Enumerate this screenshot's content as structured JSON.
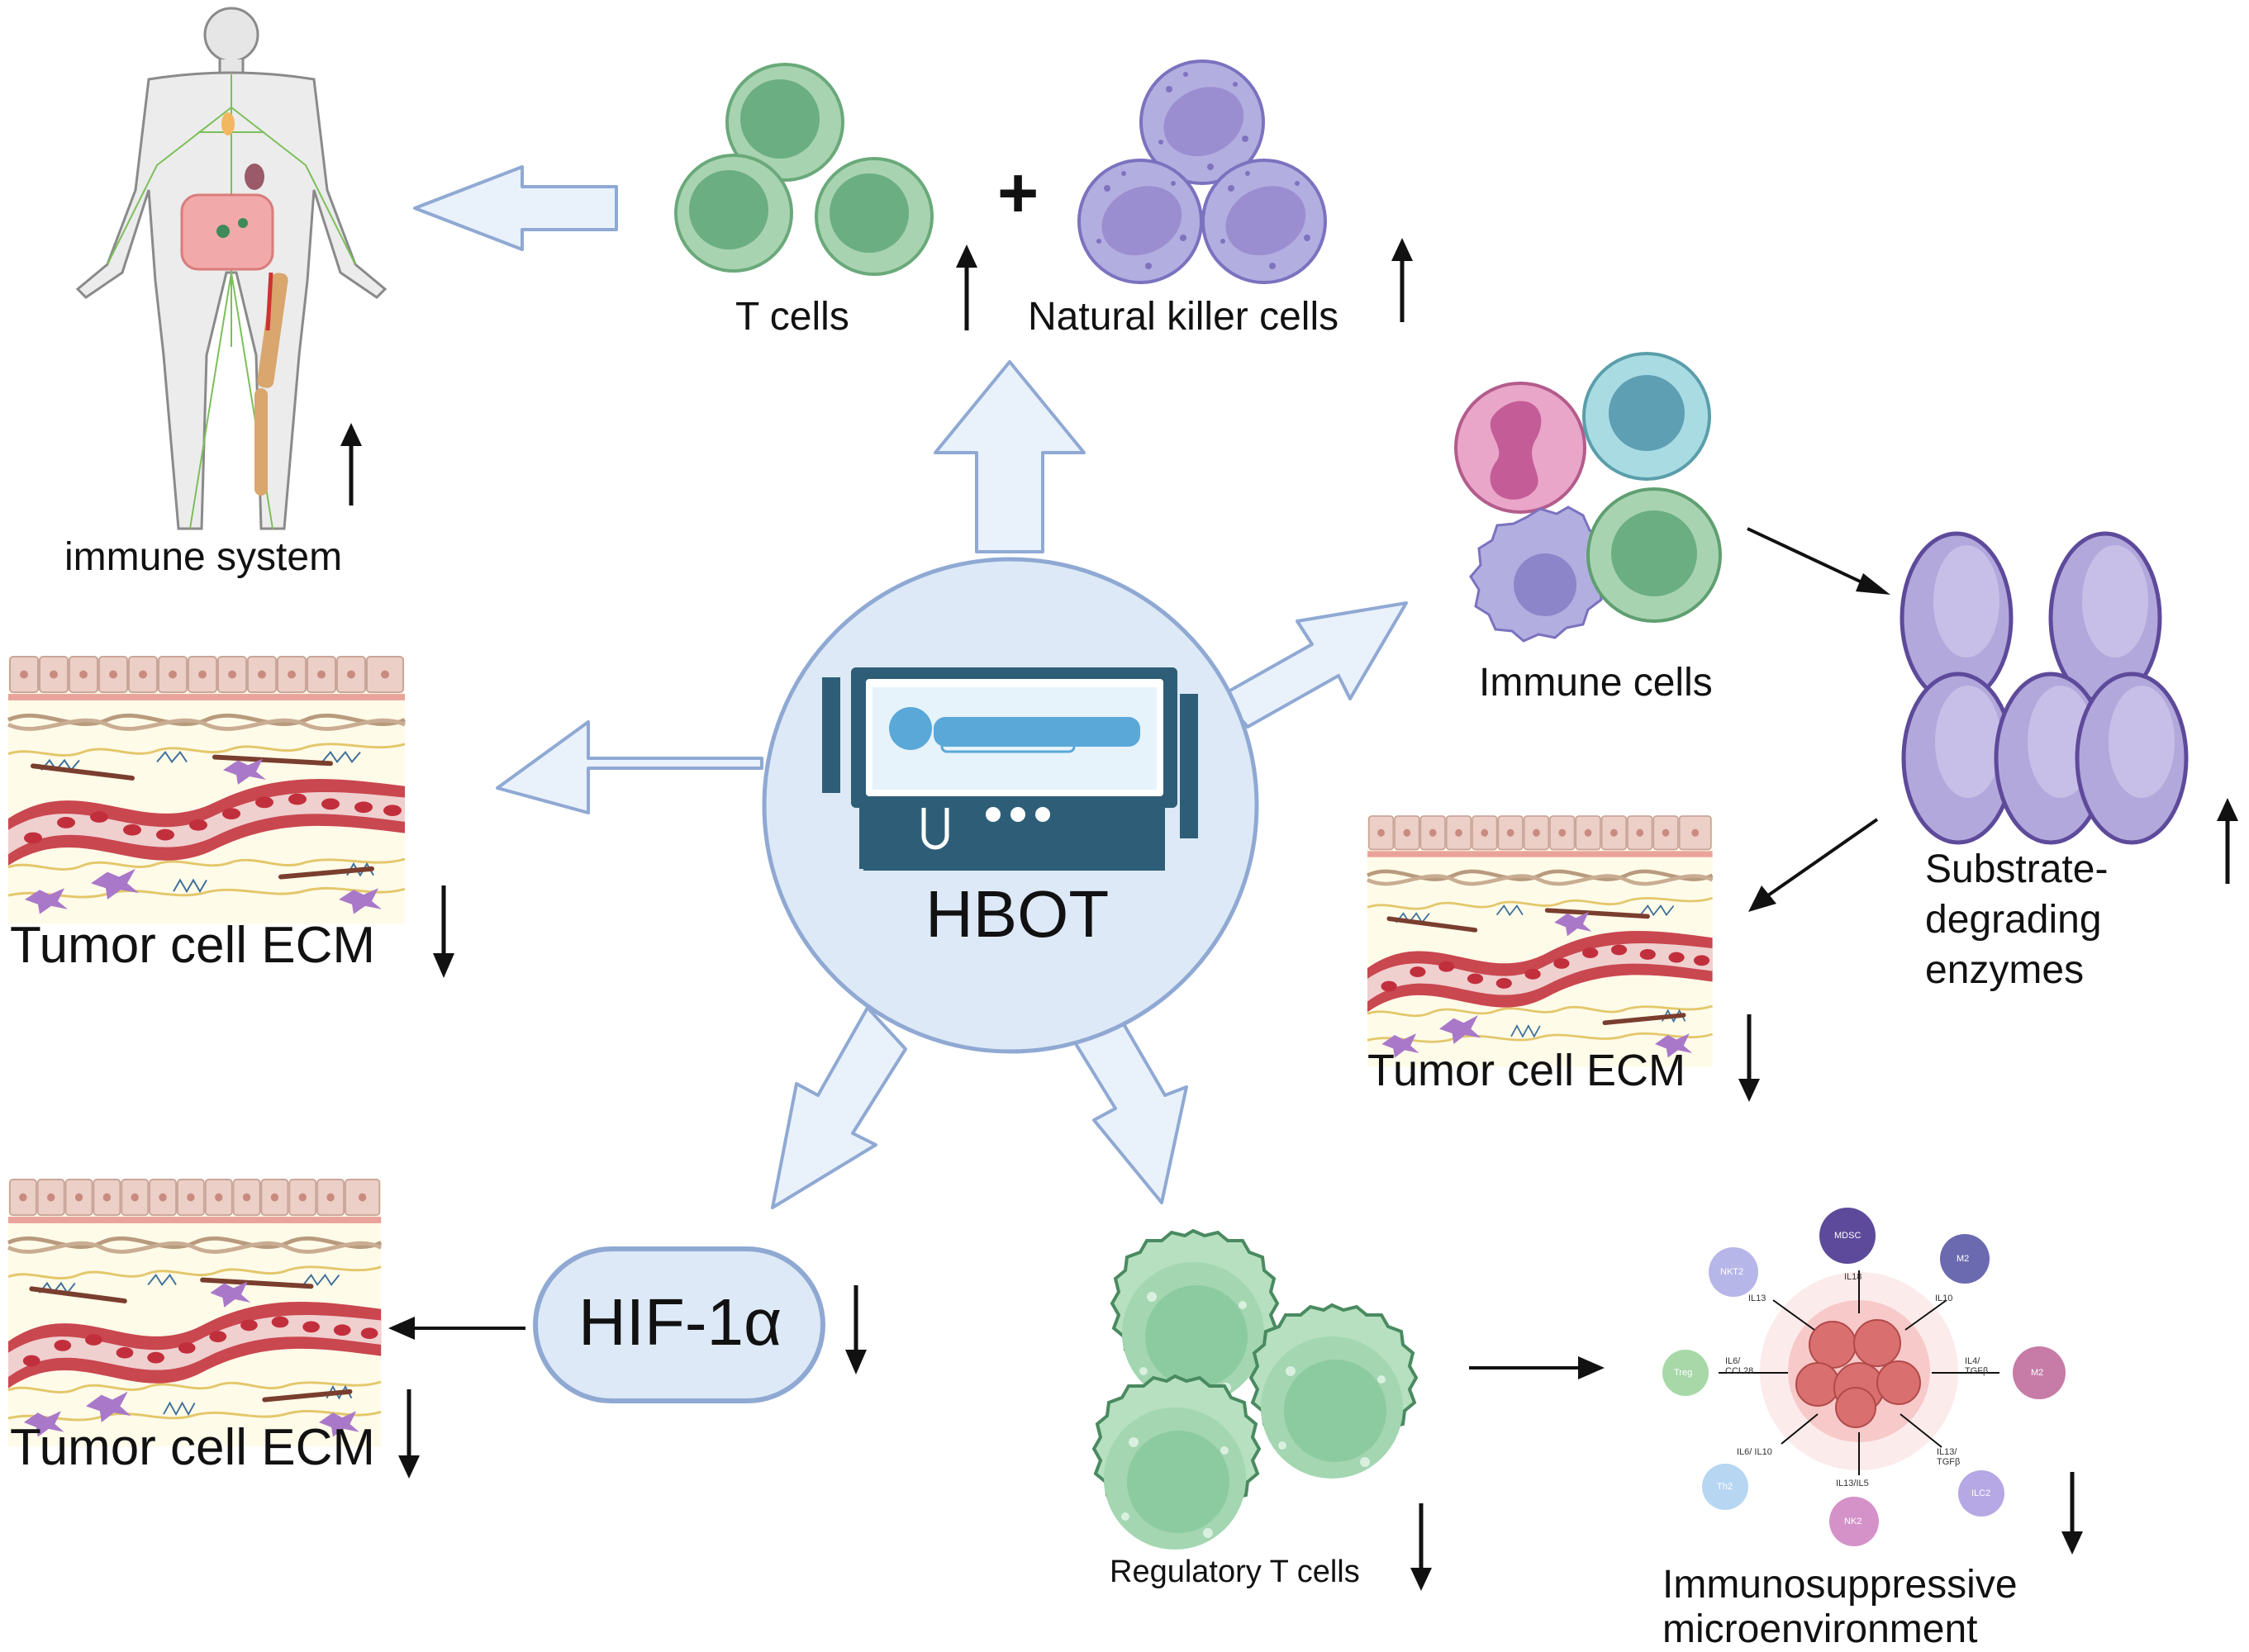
{
  "center": {
    "label": "HBOT"
  },
  "hif": {
    "label": "HIF-1α"
  },
  "labels": {
    "immune_system": "immune system",
    "t_cells": "T cells",
    "nk_cells": "Natural killer cells",
    "immune_cells": "Immune cells",
    "enzymes_line1": "Substrate-",
    "enzymes_line2": "degrading",
    "enzymes_line3": "enzymes",
    "ecm_left": "Tumor cell ECM",
    "ecm_right": "Tumor cell ECM",
    "ecm_bottom": "Tumor cell ECM",
    "tregs": "Regulatory T cells",
    "immunosuppressive_line1": "Immunosuppressive",
    "immunosuppressive_line2": "microenvironment"
  },
  "operator": {
    "plus": "+"
  },
  "micro": {
    "cells": {
      "mdsc": "MDSC",
      "m2_top": "M2",
      "m2_right": "M2",
      "nkt2": "NKT2",
      "treg": "Treg",
      "th2": "Th2",
      "nk2": "NK2",
      "ilc2": "ILC2"
    },
    "cytokines": {
      "il18": "IL18",
      "il13": "IL13",
      "il10": "IL10",
      "il6_ccl28": "IL6/ CCL28",
      "il4_tgfb": "IL4/ TGFβ",
      "il6_il10": "IL6/ IL10",
      "il13_il5": "IL13/IL5",
      "il13_tgfb": "IL13/ TGFβ"
    }
  },
  "colors": {
    "arrow_fill": "#e9f1fb",
    "arrow_stroke": "#8fa9d3",
    "hbot_circle": "#dde9f6",
    "chamber": "#2e5e77",
    "bed": "#5aa8d8",
    "t_cell": "#a8d3b1",
    "nk_cell": "#b3aee0",
    "neutrophil": "#e9a6c9",
    "enzyme": "#b2a8dc",
    "vessel": "#c9474f",
    "treg": "#b6e0c0",
    "tumor": "#d9706f"
  },
  "icons": [
    "human-body-icon",
    "hyperbaric-chamber-icon",
    "tissue-ecm-icon",
    "cell-cluster-icon",
    "up-arrow-icon",
    "down-arrow-icon"
  ]
}
